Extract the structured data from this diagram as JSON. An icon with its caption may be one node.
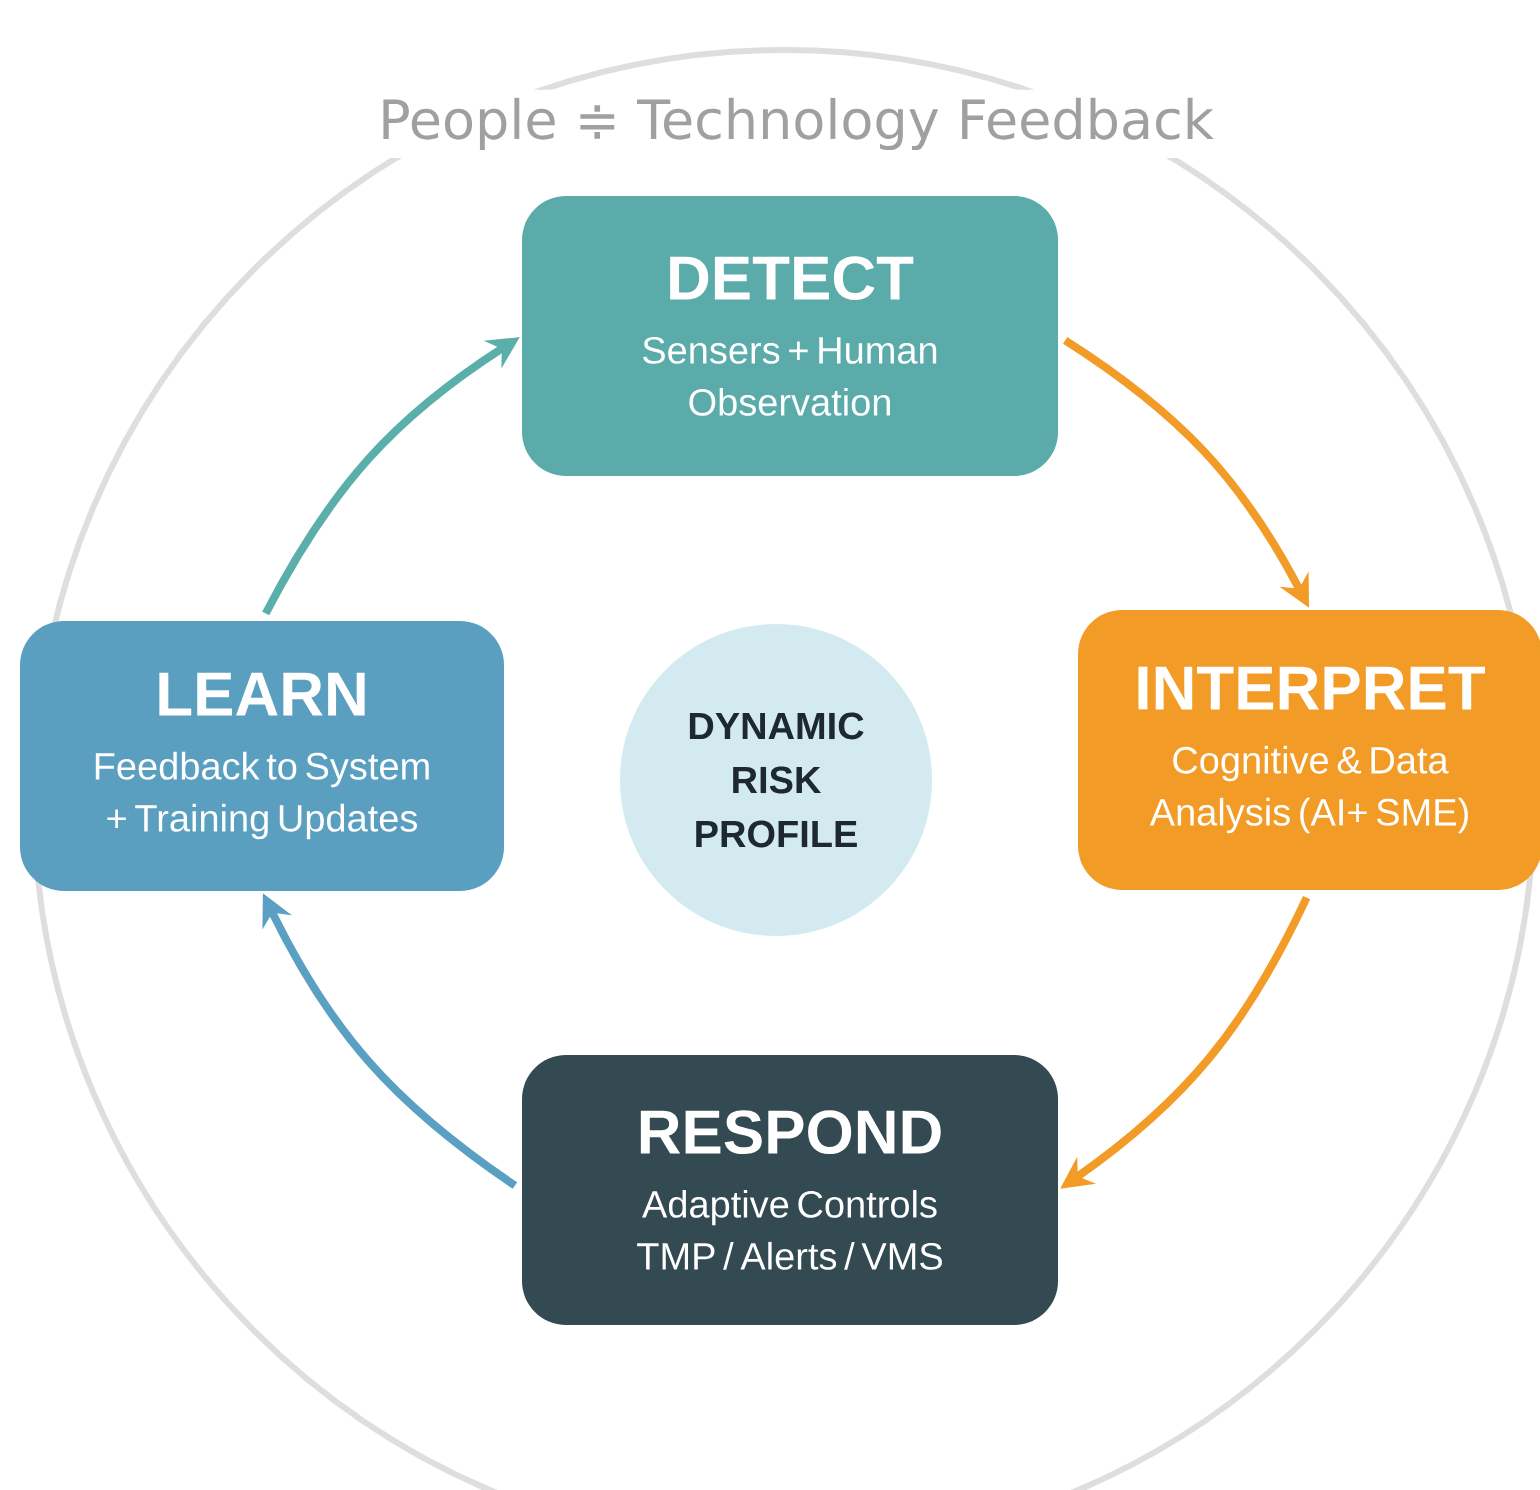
{
  "diagram": {
    "title": "People ≑ Technology Feedback",
    "nodes": [
      {
        "text": [
          "DETECT",
          "Sensers + Human Observation"
        ]
      },
      {
        "text": [
          "INTERPRET",
          "Cognitive & Data Analysis (AI+ SME)"
        ]
      },
      {
        "text": [
          "RESPOND",
          "Adaptive Controls TMP / Alerts / VMS"
        ]
      },
      {
        "text": [
          "LEARN",
          "Feedback to System + Training Updates"
        ]
      },
      {
        "text": [
          "DYNAMIC RISK PROFILE"
        ]
      }
    ],
    "edges": [
      {
        "from": 0,
        "to": 1,
        "arrow": "to",
        "color": "#f29b26"
      },
      {
        "from": 1,
        "to": 2,
        "arrow": "to",
        "color": "#f29b26"
      },
      {
        "from": 2,
        "to": 3,
        "arrow": "to",
        "color": "#5aa0c2"
      },
      {
        "from": 3,
        "to": 0,
        "arrow": "to",
        "color": "#5aafaa"
      }
    ]
  }
}
